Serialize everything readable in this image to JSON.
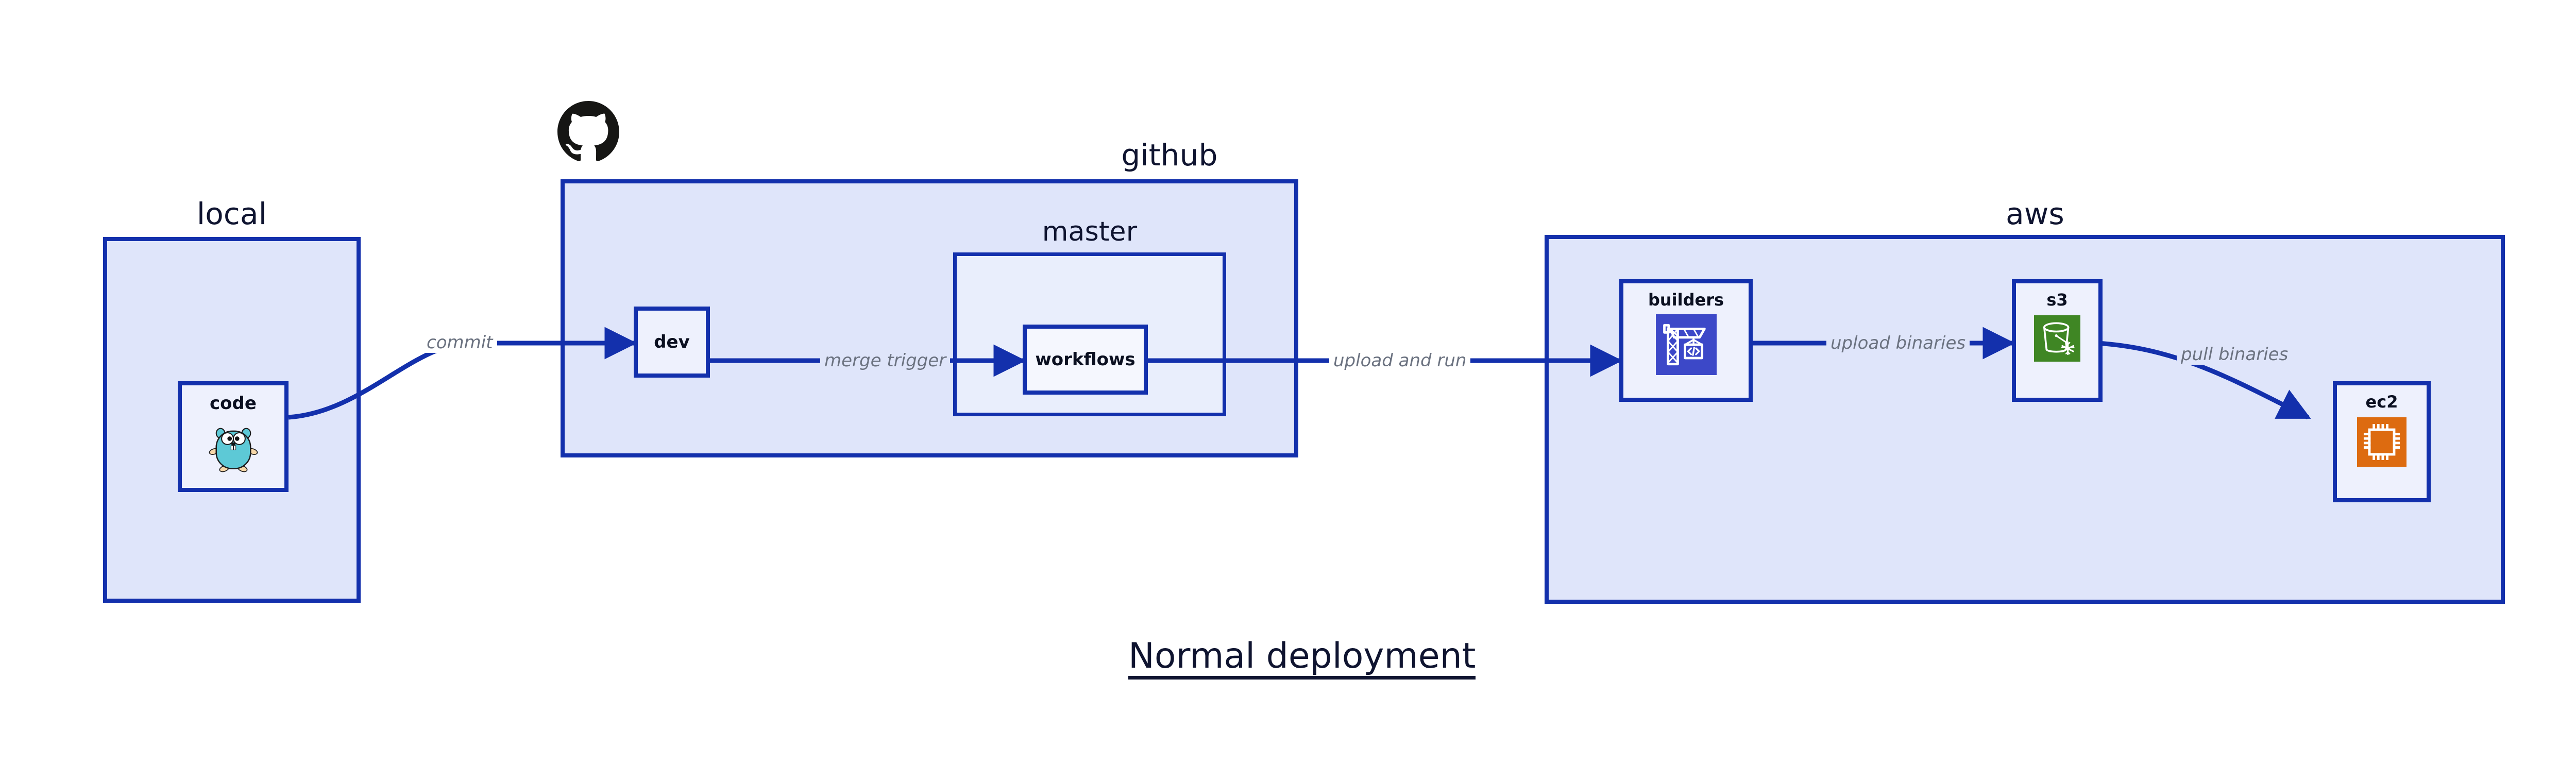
{
  "title": "Normal deployment",
  "colors": {
    "zone_fill": "#dfe5fa",
    "subzone_fill": "#e9eefc",
    "node_fill": "#eef1fd",
    "border": "#1330ac",
    "edge": "#1330ac",
    "edge_label": "#6b7280",
    "text": "#0f1430",
    "codebuild": "#3c48c8",
    "s3": "#3f8624",
    "ec2": "#dd6b10",
    "gopher": "#5dc9d6",
    "octocat": "#161614"
  },
  "zones": [
    {
      "id": "local",
      "label": "local",
      "label_align": "center"
    },
    {
      "id": "github",
      "label": "github",
      "label_align": "right"
    },
    {
      "id": "master",
      "label": "master",
      "label_align": "center"
    },
    {
      "id": "aws",
      "label": "aws",
      "label_align": "center"
    }
  ],
  "nodes": [
    {
      "id": "code",
      "label": "code",
      "icon": "go-gopher-icon"
    },
    {
      "id": "dev",
      "label": "dev",
      "icon": "none"
    },
    {
      "id": "workflows",
      "label": "workflows",
      "icon": "none"
    },
    {
      "id": "builders",
      "label": "builders",
      "icon": "aws-codebuild-icon"
    },
    {
      "id": "s3",
      "label": "s3",
      "icon": "aws-s3-glacier-icon"
    },
    {
      "id": "ec2",
      "label": "ec2",
      "icon": "aws-ec2-icon"
    }
  ],
  "edges": [
    {
      "id": "commit",
      "label": "commit",
      "from": "code",
      "to": "dev"
    },
    {
      "id": "merge-trigger",
      "label": "merge trigger",
      "from": "dev",
      "to": "workflows"
    },
    {
      "id": "upload-and-run",
      "label": "upload and run",
      "from": "workflows",
      "to": "builders"
    },
    {
      "id": "upload-binaries",
      "label": "upload binaries",
      "from": "builders",
      "to": "s3"
    },
    {
      "id": "pull-binaries",
      "label": "pull binaries",
      "from": "s3",
      "to": "ec2"
    }
  ],
  "branding": {
    "github_logo": "octocat-icon"
  }
}
